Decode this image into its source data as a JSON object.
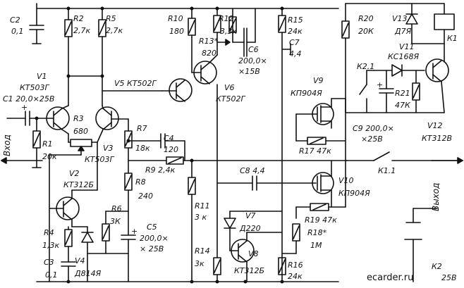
{
  "components": {
    "C2": {
      "ref": "C2",
      "value": "0,1"
    },
    "R2": {
      "ref": "R2",
      "value": "2,7к"
    },
    "R5": {
      "ref": "R5",
      "value": "2,7к"
    },
    "R10": {
      "ref": "R10",
      "value": "180"
    },
    "R12": {
      "ref": "R12",
      "value": "3,3к"
    },
    "R13": {
      "ref": "R13*",
      "value": "820"
    },
    "C6": {
      "ref": "C6",
      "value": "200,0×",
      "rating": "×15В"
    },
    "R15": {
      "ref": "R15",
      "value": "24к"
    },
    "C7": {
      "ref": "C7",
      "value": "4,4"
    },
    "R20": {
      "ref": "R20",
      "value": "20К"
    },
    "V13": {
      "ref": "V13",
      "type": "Д7Я"
    },
    "V11": {
      "ref": "V11",
      "type": "КС168Я"
    },
    "K1": {
      "ref": "К1"
    },
    "K21": {
      "ref": "К2.1"
    },
    "R21": {
      "ref": "R21",
      "value": "47К"
    },
    "C9": {
      "ref": "С9",
      "value": "200,0×",
      "rating": "×25В"
    },
    "V12": {
      "ref": "V12",
      "type": "КТ312В"
    },
    "V1": {
      "ref": "V1",
      "type": "КТ503Г"
    },
    "C1": {
      "ref": "С1",
      "value": "20,0×25В"
    },
    "R3": {
      "ref": "R3",
      "value": "680"
    },
    "R1": {
      "ref": "R1",
      "value": "20к"
    },
    "V3": {
      "ref": "V3",
      "type": "КТ503Г"
    },
    "V5": {
      "ref": "V5",
      "type": "КТ502Г"
    },
    "V6": {
      "ref": "V6",
      "type": "КТ502Г"
    },
    "R7": {
      "ref": "R7",
      "value": "18к"
    },
    "C4": {
      "ref": "С4",
      "value": "120"
    },
    "R9": {
      "ref": "R9",
      "value": "2,4к"
    },
    "V9": {
      "ref": "V9",
      "type": "КП904Я"
    },
    "R17": {
      "ref": "R17",
      "value": "47к"
    },
    "K11": {
      "ref": "К1.1"
    },
    "V2": {
      "ref": "V2",
      "type": "КТ312Б"
    },
    "R8": {
      "ref": "R8",
      "value": "240"
    },
    "C8": {
      "ref": "С8",
      "value": "4,4"
    },
    "V10": {
      "ref": "V10",
      "type": "КП904Я"
    },
    "R11": {
      "ref": "R11",
      "value": "3 к"
    },
    "R6": {
      "ref": "R6",
      "value": "3К"
    },
    "C5": {
      "ref": "С5",
      "value": "200,0×",
      "rating": "× 25В"
    },
    "V7": {
      "ref": "V7",
      "type": "Д220"
    },
    "R19": {
      "ref": "R19",
      "value": "47к"
    },
    "R18": {
      "ref": "R18*",
      "value": "1М"
    },
    "R4": {
      "ref": "R4",
      "value": "1,3к"
    },
    "C3": {
      "ref": "С3",
      "value": "0,1"
    },
    "V4": {
      "ref": "V4",
      "type": "Д814Я"
    },
    "R14": {
      "ref": "R14",
      "value": "3к"
    },
    "V8": {
      "ref": "V8",
      "type": "КТ312Б"
    },
    "R16": {
      "ref": "R16",
      "value": "24к"
    },
    "K2": {
      "ref": "К2"
    }
  },
  "ports": {
    "input": "Вход",
    "output": "Выход"
  },
  "supply": "25В",
  "watermark": "ecarder.ru"
}
